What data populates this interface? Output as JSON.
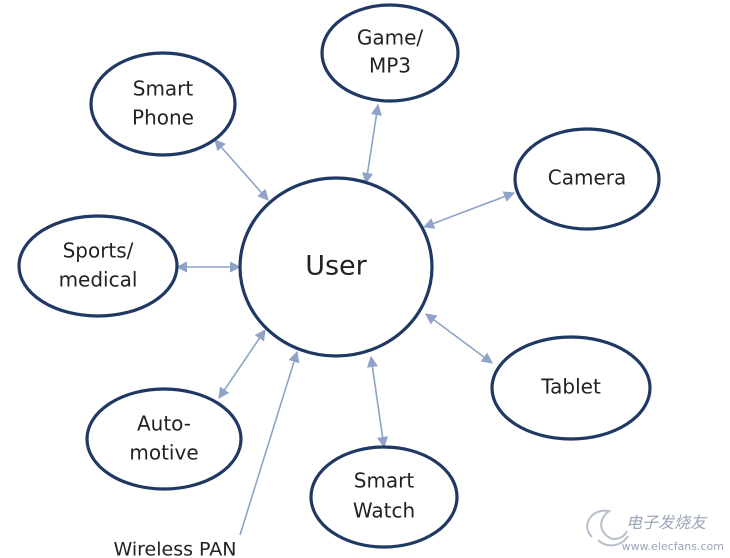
{
  "diagram": {
    "center": {
      "label": "User"
    },
    "nodes": [
      {
        "id": "smart-phone",
        "lines": [
          "Smart",
          "Phone"
        ]
      },
      {
        "id": "game-mp3",
        "lines": [
          "Game/",
          "MP3"
        ]
      },
      {
        "id": "camera",
        "lines": [
          "Camera"
        ]
      },
      {
        "id": "sports-medical",
        "lines": [
          "Sports/",
          "medical"
        ]
      },
      {
        "id": "tablet",
        "lines": [
          "Tablet"
        ]
      },
      {
        "id": "automotive",
        "lines": [
          "Auto-",
          "motive"
        ]
      },
      {
        "id": "smart-watch",
        "lines": [
          "Smart",
          "Watch"
        ]
      }
    ],
    "wireless_label": "Wireless PAN",
    "colors": {
      "ellipse_stroke": "#1f3864",
      "connector": "#8ea3c7",
      "text": "#222222"
    }
  },
  "watermark": {
    "logo_text": "电子发烧友",
    "url": "www.elecfans.com"
  }
}
